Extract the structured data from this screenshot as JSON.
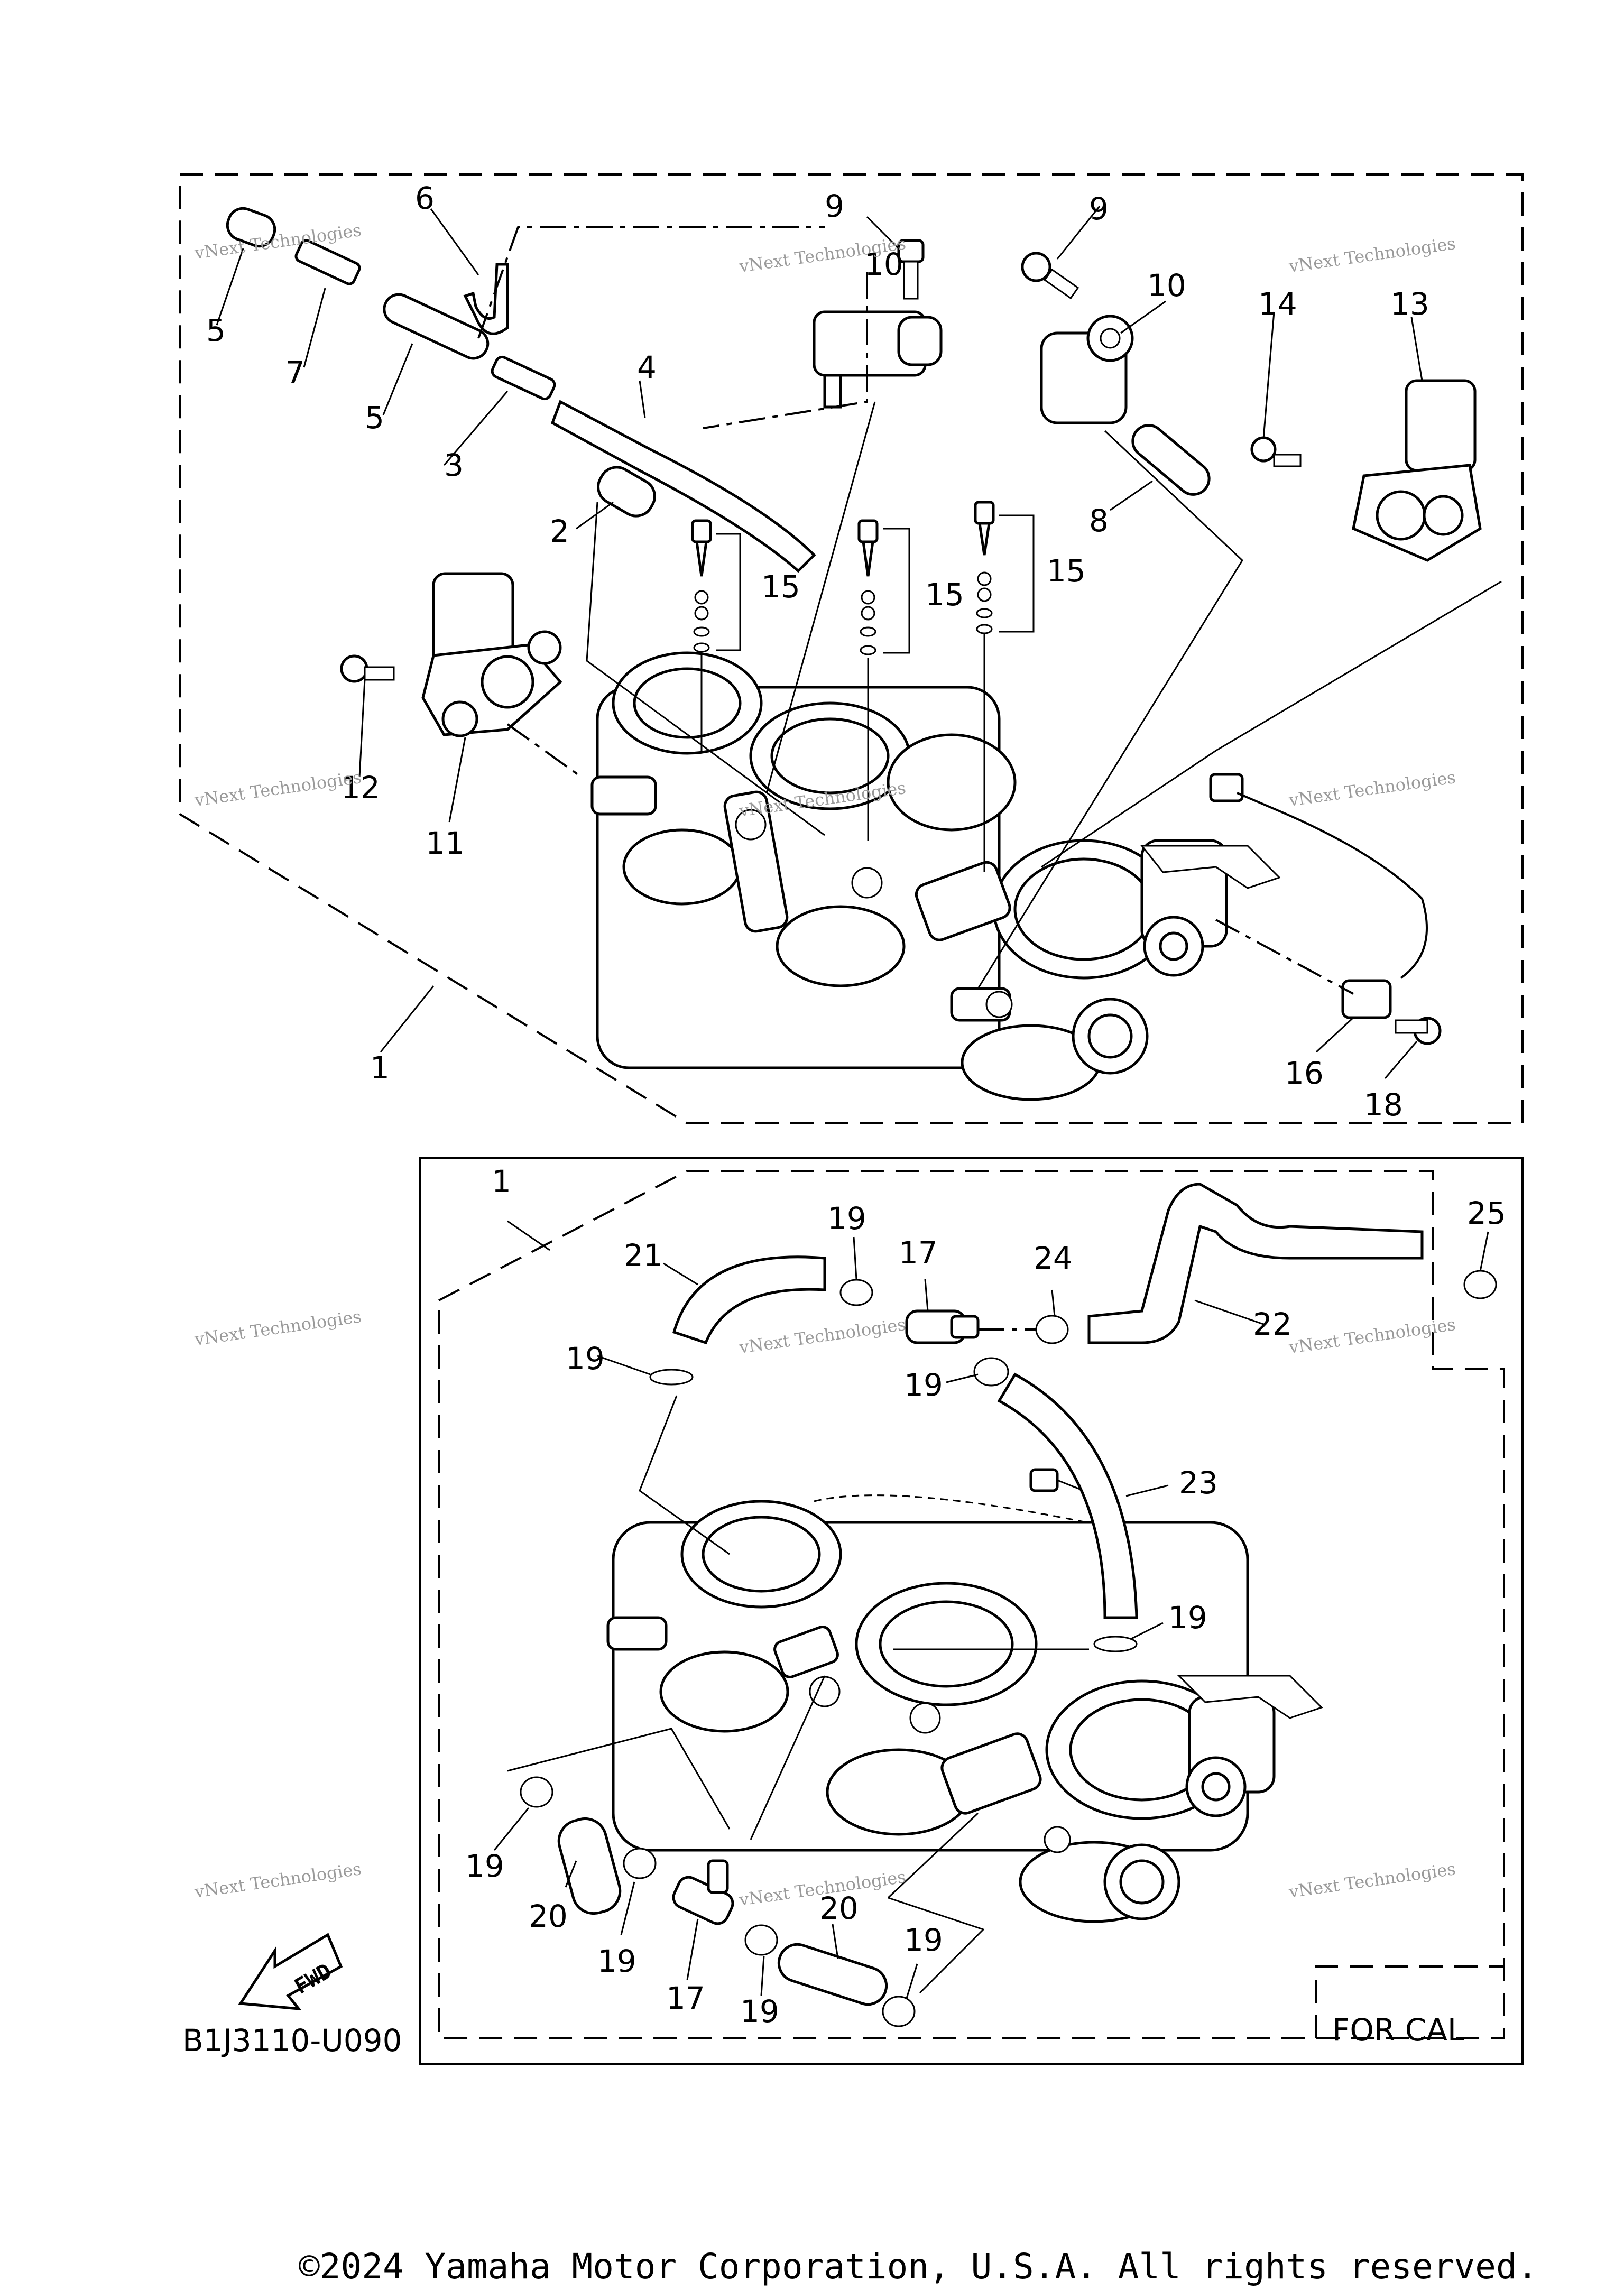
{
  "diagram": {
    "drawing_code": "B1J3110-U090",
    "upper_callouts": [
      "1",
      "2",
      "3",
      "4",
      "5",
      "5",
      "6",
      "7",
      "8",
      "9",
      "9",
      "10",
      "10",
      "11",
      "12",
      "13",
      "14",
      "15",
      "15",
      "15",
      "16",
      "18"
    ],
    "lower_callouts": [
      "1",
      "17",
      "17",
      "19",
      "19",
      "19",
      "19",
      "19",
      "19",
      "19",
      "19",
      "20",
      "20",
      "21",
      "22",
      "23",
      "24",
      "25"
    ],
    "for_cal_label": "FOR CAL",
    "fwd_label": "FWD",
    "watermark": "vNext Technologies",
    "copyright": "©2024 Yamaha Motor Corporation, U.S.A. All rights reserved."
  }
}
